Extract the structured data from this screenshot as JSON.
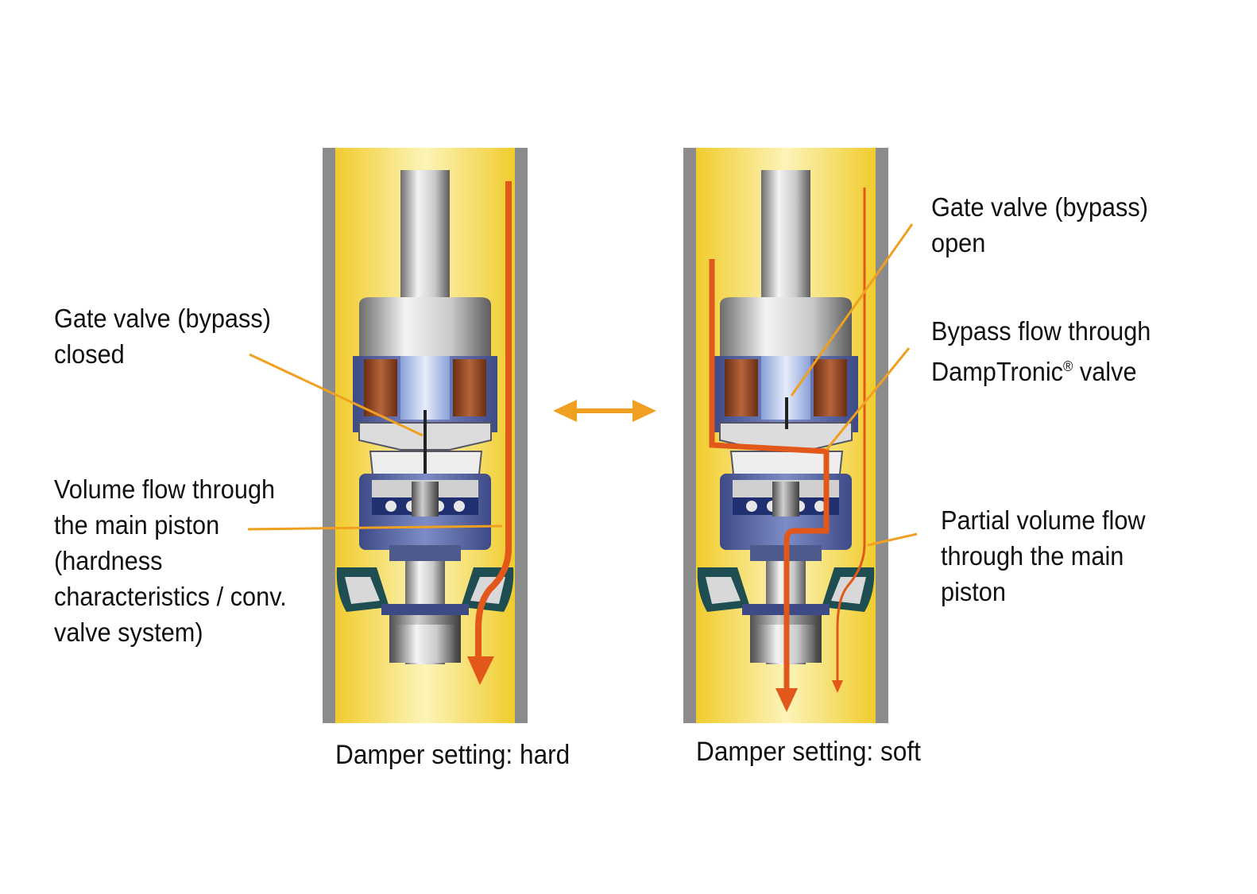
{
  "labels": {
    "left_gate_valve": [
      "Gate valve (bypass)",
      "closed"
    ],
    "left_volume_flow": [
      "Volume flow through",
      "the main piston",
      "(hardness",
      "characteristics / conv.",
      "valve system)"
    ],
    "right_gate_valve": [
      "Gate valve (bypass)",
      "open"
    ],
    "right_bypass_flow": {
      "line1": "Bypass flow through",
      "line2_main": "DampTronic",
      "line2_sup": "®",
      "line2_end": " valve"
    },
    "right_partial_flow": [
      "Partial volume flow",
      "through the main",
      "piston"
    ]
  },
  "captions": {
    "left": "Damper setting: hard",
    "right": "Damper setting: soft"
  },
  "colors": {
    "fluid_yellow": "#f3d21c",
    "fluid_center": "#fbf3b0",
    "tube_wall": "#8c8c8c",
    "flow_arrow": "#e2571a",
    "leader_line": "#f0a020",
    "double_arrow": "#f0a020",
    "coil_copper": "#9a4a22",
    "housing_blue": "#5a6aa8",
    "seal_teal": "#1f4e52"
  }
}
